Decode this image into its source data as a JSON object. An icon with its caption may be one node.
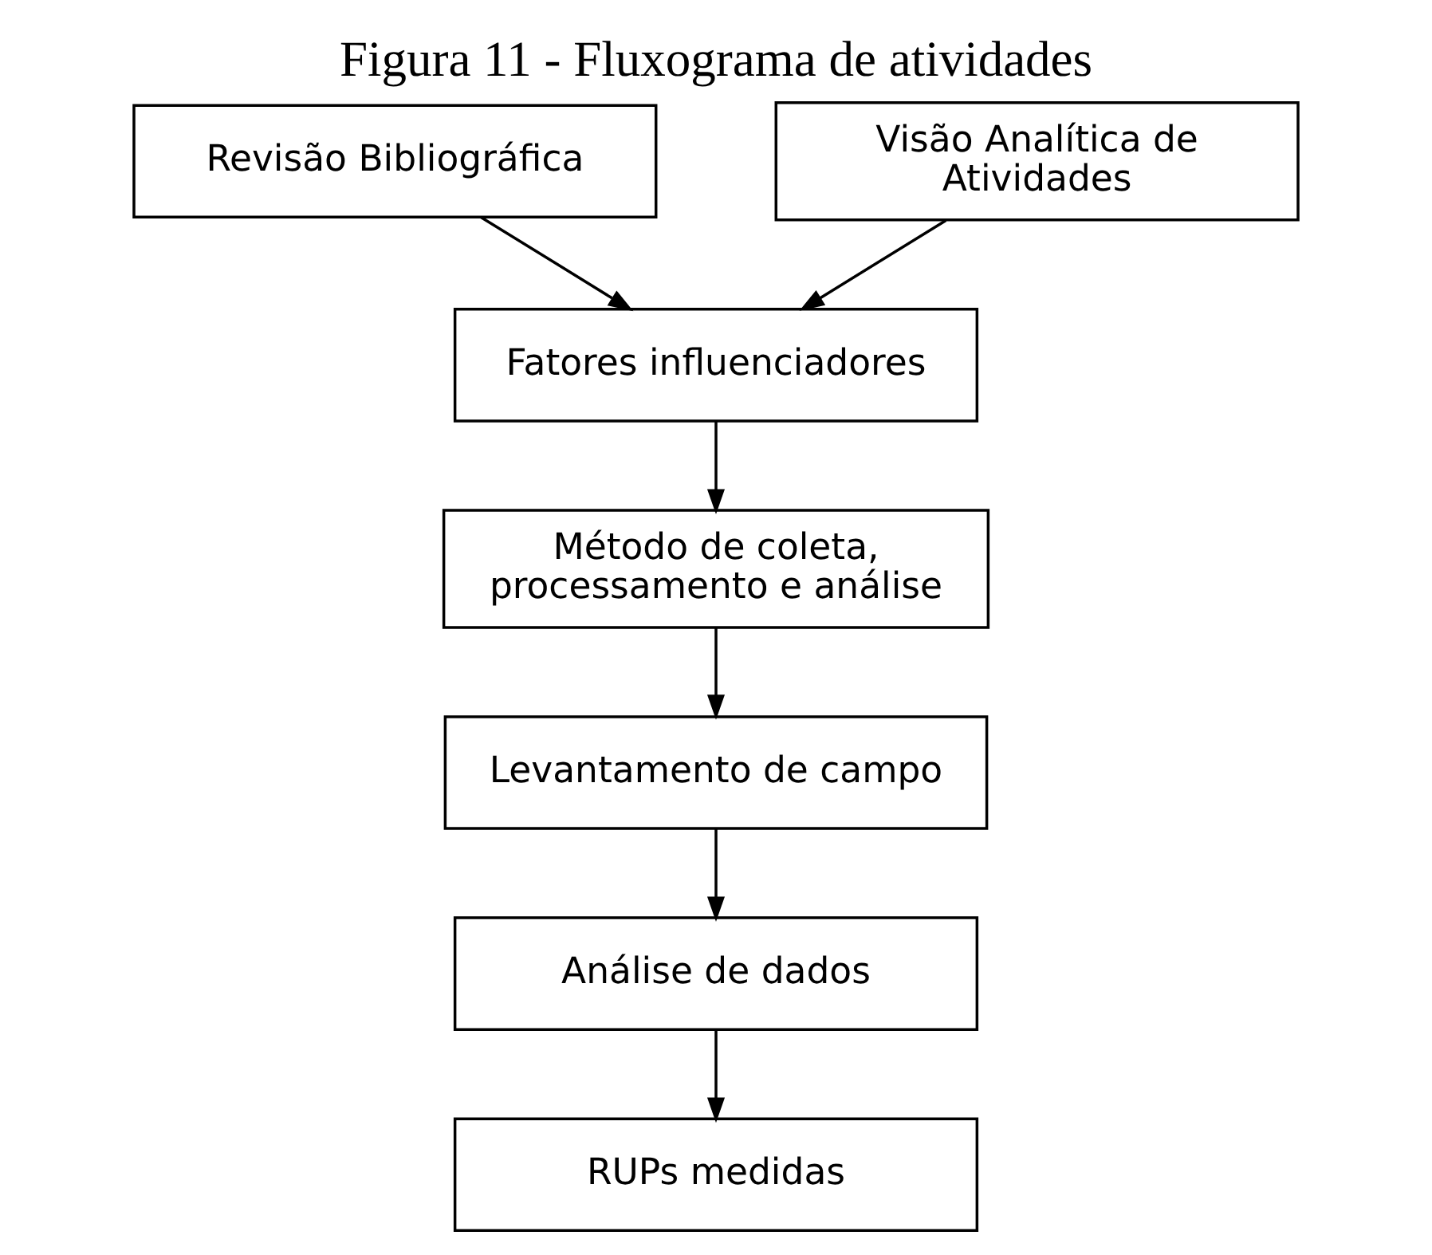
{
  "diagram": {
    "title": "Figura 11 - Fluxograma de atividades",
    "nodes": [
      {
        "text": [
          "Revisão Bibliográfica"
        ]
      },
      {
        "text": [
          "Visão Analítica de Atividades"
        ]
      },
      {
        "text": [
          "Fatores influenciadores"
        ]
      },
      {
        "text": [
          "Método de coleta, processamento e análise"
        ]
      },
      {
        "text": [
          "Levantamento de campo"
        ]
      },
      {
        "text": [
          "Análise de dados"
        ]
      },
      {
        "text": [
          "RUPs medidas"
        ]
      }
    ],
    "edges": [
      {
        "from": 0,
        "to": 2,
        "arrow": "to"
      },
      {
        "from": 1,
        "to": 2,
        "arrow": "to"
      },
      {
        "from": 2,
        "to": 3,
        "arrow": "to"
      },
      {
        "from": 3,
        "to": 4,
        "arrow": "to"
      },
      {
        "from": 4,
        "to": 5,
        "arrow": "to"
      },
      {
        "from": 5,
        "to": 6,
        "arrow": "to"
      }
    ]
  }
}
